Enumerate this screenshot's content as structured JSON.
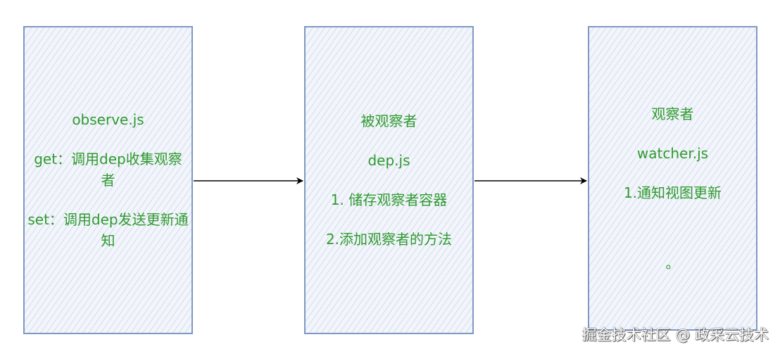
{
  "diagram": {
    "nodes": [
      {
        "id": "observe",
        "lines": [
          "observe.js",
          "get：调用dep收集观察者",
          "set：调用dep发送更新通知"
        ]
      },
      {
        "id": "dep",
        "lines": [
          "被观察者",
          "dep.js",
          "1. 储存观察者容器",
          "2.添加观察者的方法"
        ]
      },
      {
        "id": "watcher",
        "lines": [
          "观察者",
          "watcher.js",
          "1.通知视图更新",
          "。"
        ]
      }
    ],
    "edges": [
      {
        "from": "observe",
        "to": "dep"
      },
      {
        "from": "dep",
        "to": "watcher"
      }
    ],
    "colors": {
      "text": "#2f9a2f",
      "border": "#7f98c4",
      "fill": "#f2f5fb",
      "arrow": "#000000"
    }
  },
  "watermark": "掘金技术社区 @ 政采云技术"
}
